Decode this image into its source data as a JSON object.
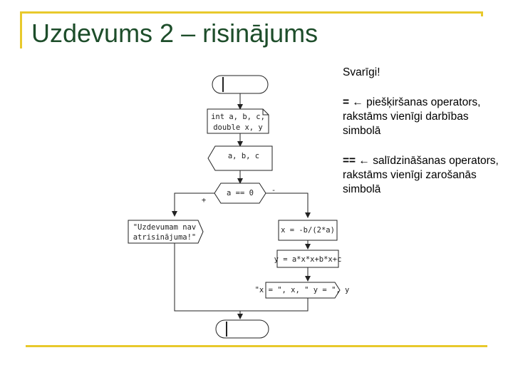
{
  "slide": {
    "title": "Uzdevums 2 – risinājums"
  },
  "notes": {
    "heading": "Svarīgi!",
    "assign_op": "=",
    "assign_text": " piešķiršanas operators, rakstāms vienīgi darbības simbolā",
    "compare_op": "==",
    "compare_text": " salīdzināšanas operators, rakstāms vienīgi zarošanās simbolā",
    "arrow_glyph": "←"
  },
  "flowchart": {
    "decl_line1": "int a, b, c,",
    "decl_line2": "double x, y",
    "input_text": "a, b, c",
    "condition": "a == 0",
    "yes_label": "+",
    "no_label": "-",
    "msg_line1": "\"Uzdevumam nav",
    "msg_line2": "atrisinājuma!\"",
    "assign_x": "x = -b/(2*a)",
    "assign_y": "y = a*x*x+b*x+c",
    "output_text": "\"x = \", x, \" y = \", y"
  }
}
